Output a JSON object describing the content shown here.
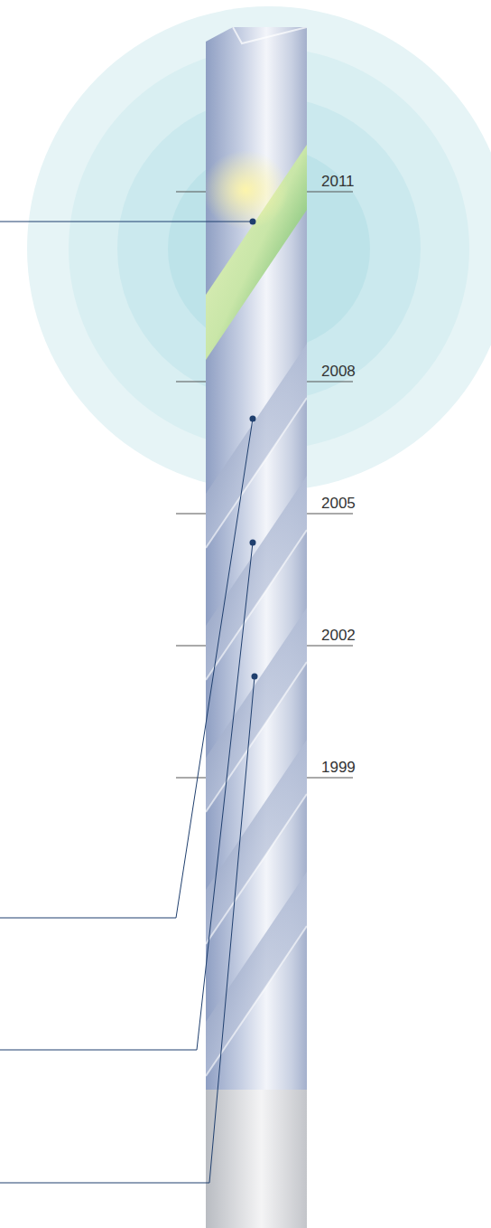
{
  "diagram": {
    "labels": [
      "2011",
      "2008",
      "2005",
      "2002",
      "1999"
    ]
  }
}
